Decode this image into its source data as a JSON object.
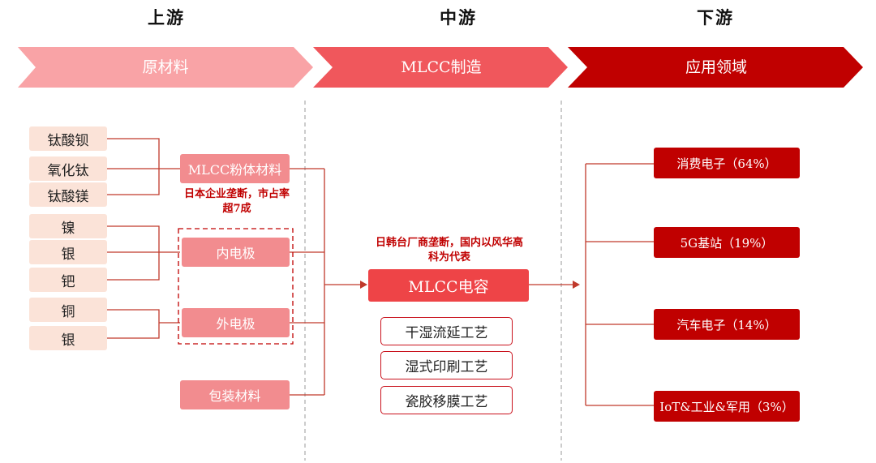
{
  "stages": {
    "upstream": "上游",
    "midstream": "中游",
    "downstream": "下游"
  },
  "banner": {
    "raw_materials": "原材料",
    "manufacturing": "MLCC制造",
    "applications": "应用领域"
  },
  "raw_materials": {
    "group1": [
      "钛酸钡",
      "氧化钛",
      "钛酸镁"
    ],
    "group2": [
      "镍",
      "银",
      "钯"
    ],
    "group3": [
      "铜",
      "银"
    ]
  },
  "intermediate": {
    "powder": "MLCC粉体材料",
    "powder_note": "日本企业垄断，市占率超7成",
    "inner_electrode": "内电极",
    "outer_electrode": "外电极",
    "packaging": "包装材料"
  },
  "core": {
    "note": "日韩台厂商垄断，国内以风华高科为代表",
    "product": "MLCC电容",
    "processes": [
      "干湿流延工艺",
      "湿式印刷工艺",
      "瓷胶移膜工艺"
    ]
  },
  "applications": [
    "消费电子（64%）",
    "5G基站（19%）",
    "汽车电子（14%）",
    "IoT&工业&军用（3%）"
  ],
  "colors": {
    "banner_light": "#f9a3a6",
    "banner_mid": "#f0575c",
    "banner_dark": "#c00000",
    "raw_fill": "#fbe3d8",
    "mid_fill": "#f28c8f",
    "core_fill": "#ee4447",
    "accent_red": "#c00000",
    "connector": "#c0392b"
  }
}
